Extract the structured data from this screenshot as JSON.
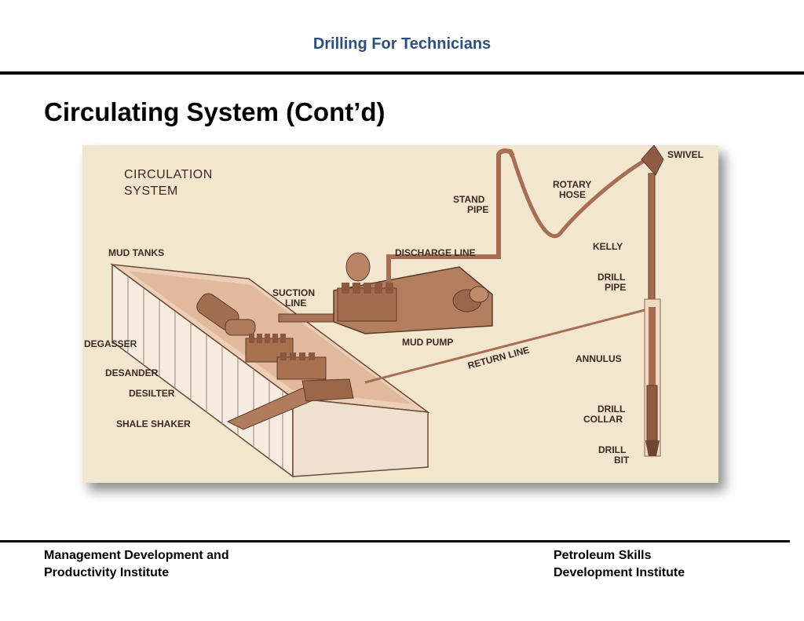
{
  "header": {
    "title": "Drilling For Technicians"
  },
  "slide": {
    "title": "Circulating System (Cont’d)"
  },
  "diagram": {
    "heading_line1": "CIRCULATION",
    "heading_line2": "SYSTEM",
    "labels": {
      "mud_tanks": "MUD TANKS",
      "degasser": "DEGASSER",
      "desander": "DESANDER",
      "desilter": "DESILTER",
      "shale_shaker": "SHALE SHAKER",
      "suction_line_1": "SUCTION",
      "suction_line_2": "LINE",
      "discharge_line": "DISCHARGE LINE",
      "stand_pipe_1": "STAND",
      "stand_pipe_2": "PIPE",
      "rotary_hose_1": "ROTARY",
      "rotary_hose_2": "HOSE",
      "swivel": "SWIVEL",
      "kelly": "KELLY",
      "drill_pipe_1": "DRILL",
      "drill_pipe_2": "PIPE",
      "mud_pump": "MUD PUMP",
      "return_line": "RETURN LINE",
      "annulus": "ANNULUS",
      "drill_collar_1": "DRILL",
      "drill_collar_2": "COLLAR",
      "drill_bit_1": "DRILL",
      "drill_bit_2": "BIT"
    }
  },
  "footer": {
    "left_line1": "Management Development and",
    "left_line2": "Productivity Institute",
    "right_line1": "Petroleum Skills",
    "right_line2": "Development Institute"
  },
  "colors": {
    "header_text": "#2c4f7f",
    "diagram_background": "#f3e6cf",
    "equipment_brown": "#9e6a4d",
    "label_text": "#3d2a22"
  }
}
